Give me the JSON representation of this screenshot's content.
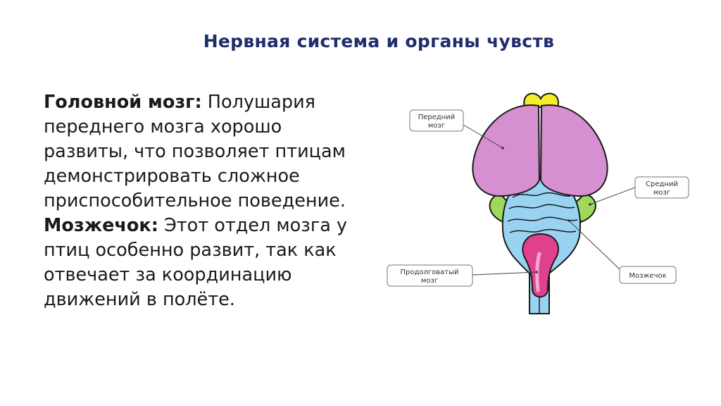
{
  "slide": {
    "title": "Нервная система и органы чувств",
    "paragraphs": [
      {
        "term": "Головной мозг:",
        "text": " Полушария переднего мозга хорошо развиты, что позволяет птицам демонстрировать сложное приспособительное поведение."
      },
      {
        "term": "Мозжечок:",
        "text": " Этот отдел мозга у птиц особенно развит, так как отвечает за координацию движений в полёте."
      }
    ]
  },
  "diagram": {
    "labels": {
      "forebrain_line1": "Передний",
      "forebrain_line2": "мозг",
      "midbrain_line1": "Средний",
      "midbrain_line2": "мозг",
      "cerebellum": "Мозжечок",
      "medulla_line1": "Продолговатый",
      "medulla_line2": "мозг"
    },
    "colors": {
      "forebrain": "#d68fd0",
      "olfactory": "#f6ee2a",
      "midbrain": "#9fd85a",
      "cerebellum": "#9ad3f2",
      "medulla": "#e0418f",
      "outline": "#1a1a1a"
    }
  }
}
